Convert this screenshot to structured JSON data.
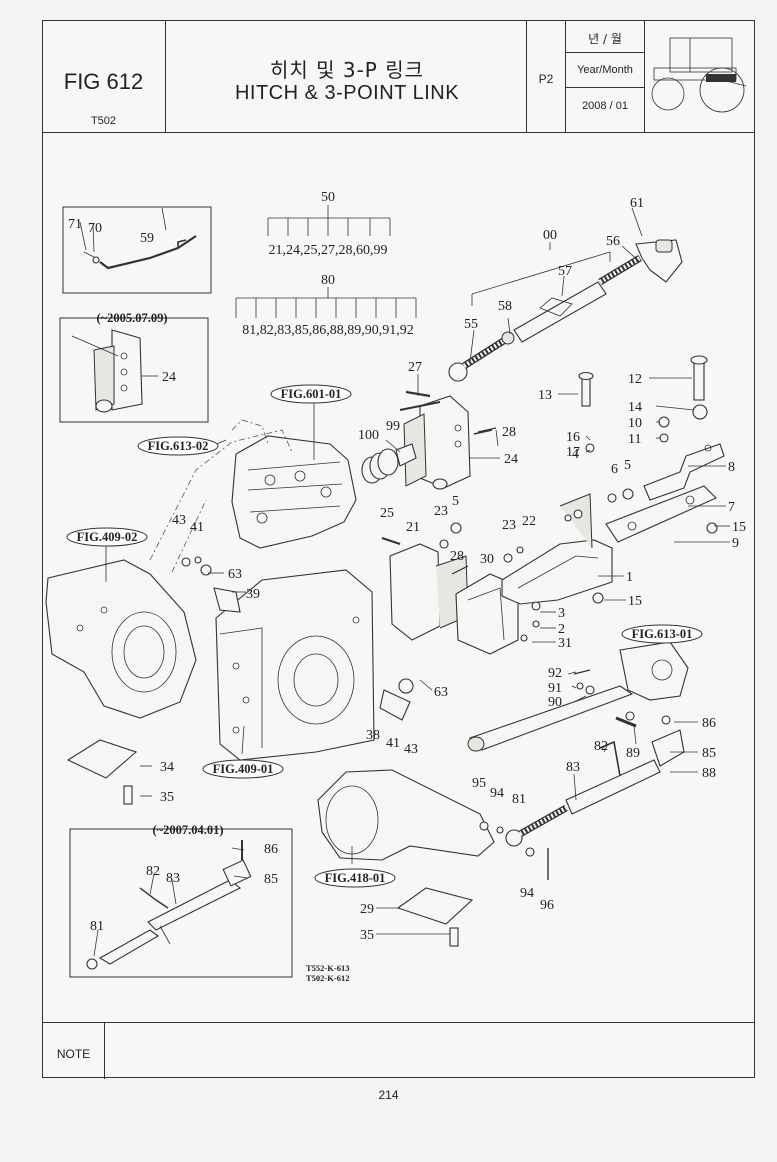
{
  "header": {
    "figure": "FIG 612",
    "model": "T502",
    "title_kr": "히치 및 3-P 링크",
    "title_en": "HITCH & 3-POINT LINK",
    "page_code": "P2",
    "year_month_kr": "년 / 월",
    "year_month_en": "Year/Month",
    "year_month_value": "2008 / 01"
  },
  "diagram": {
    "group_labels": {
      "g50": "50",
      "g50_items": "21,24,25,27,28,60,99",
      "g80": "80",
      "g80_items": "81,82,83,85,86,88,89,90,91,92",
      "g00": "00"
    },
    "date_notes": [
      "(~2005.07.09)",
      "(~2007.04.01)"
    ],
    "figure_refs": [
      "FIG.601-01",
      "FIG.613-02",
      "FIG.409-02",
      "FIG.409-01",
      "FIG.613-01",
      "FIG.418-01"
    ],
    "drawing_codes": [
      "T552-K-613",
      "T502-K-612"
    ],
    "part_numbers": [
      "71",
      "70",
      "59",
      "24",
      "61",
      "56",
      "57",
      "58",
      "55",
      "27",
      "12",
      "13",
      "14",
      "10",
      "11",
      "16",
      "17",
      "6",
      "5",
      "4",
      "8",
      "7",
      "15",
      "9",
      "23",
      "22",
      "1",
      "3",
      "2",
      "31",
      "15",
      "28",
      "24",
      "100",
      "99",
      "25",
      "21",
      "23",
      "5",
      "28",
      "30",
      "43",
      "41",
      "63",
      "39",
      "92",
      "91",
      "90",
      "86",
      "89",
      "85",
      "88",
      "82",
      "83",
      "63",
      "38",
      "41",
      "43",
      "34",
      "35",
      "95",
      "94",
      "81",
      "94",
      "96",
      "29",
      "35",
      "86",
      "85",
      "82",
      "83",
      "81"
    ]
  },
  "footer": {
    "note_label": "NOTE",
    "page_number": "214"
  }
}
